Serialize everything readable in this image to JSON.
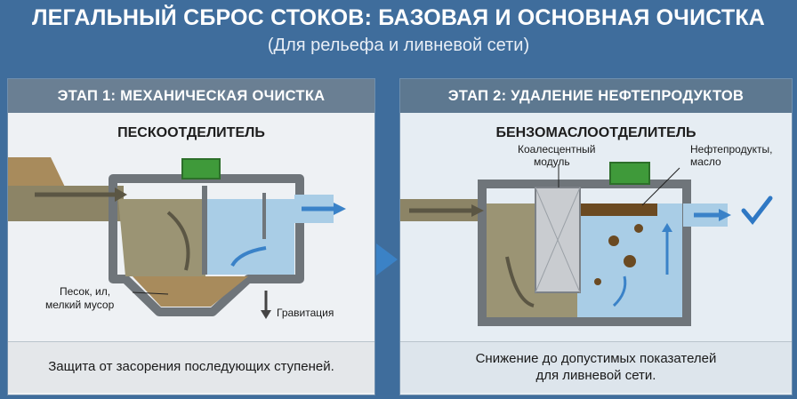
{
  "header": {
    "title": "ЛЕГАЛЬНЫЙ СБРОС СТОКОВ: БАЗОВАЯ И ОСНОВНАЯ ОЧИСТКА",
    "subtitle": "(Для рельефа и ливневой сети)"
  },
  "stage1": {
    "heading": "ЭТАП 1: МЕХАНИЧЕСКАЯ ОЧИСТКА",
    "device": "ПЕСКООТДЕЛИТЕЛЬ",
    "sediment_label_line1": "Песок, ил,",
    "sediment_label_line2": "мелкий мусор",
    "gravity_label": "Гравитация",
    "caption": "Защита от засорения последующих ступеней."
  },
  "stage2": {
    "heading": "ЭТАП 2: УДАЛЕНИЕ НЕФТЕПРОДУКТОВ",
    "device": "БЕНЗОМАСЛООТДЕЛИТЕЛЬ",
    "module_label_line1": "Коалесцентный",
    "module_label_line2": "модуль",
    "oil_label_line1": "Нефтепродукты,",
    "oil_label_line2": "масло",
    "caption_line1": "Снижение до допустимых показателей",
    "caption_line2": "для ливневой сети."
  },
  "colors": {
    "background": "#3f6d9c",
    "tank_wall": "#7a7f84",
    "water": "#9dc3df",
    "dirty_water": "#8f8a6e",
    "sediment": "#a58a5c",
    "lid": "#3f9a3a",
    "oil": "#6b4a22",
    "check": "#2f78c4"
  },
  "icons": [
    "flow-arrow-icon",
    "gravity-arrow-icon",
    "check-icon",
    "stage-arrow-icon"
  ]
}
